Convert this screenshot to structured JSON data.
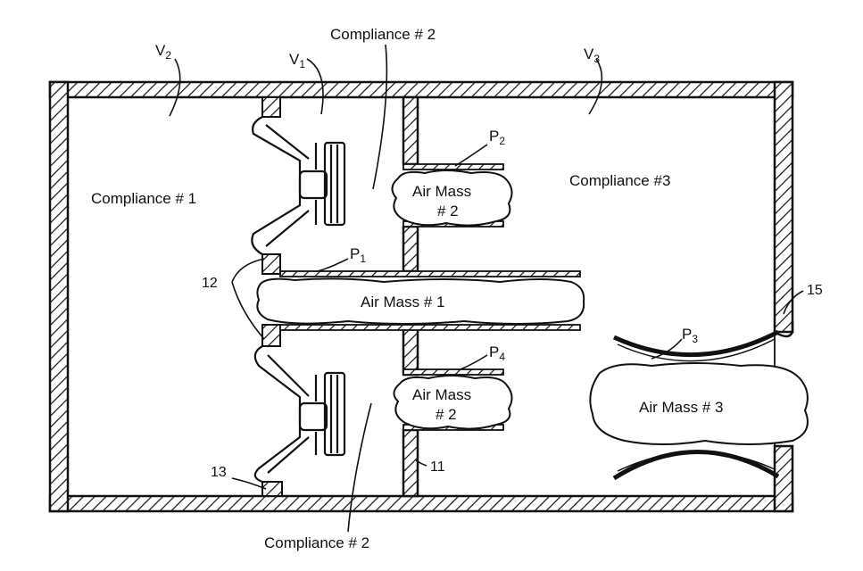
{
  "labels": {
    "compliance_2_top": "Compliance # 2",
    "compliance_2_bottom": "Compliance # 2",
    "compliance_1": "Compliance # 1",
    "compliance_3": "Compliance #3",
    "air_mass_1": "Air Mass # 1",
    "air_mass_2_upper_line1": "Air Mass",
    "air_mass_2_upper_line2": "# 2",
    "air_mass_2_lower_line1": "Air Mass",
    "air_mass_2_lower_line2": "# 2",
    "air_mass_3": "Air Mass # 3"
  },
  "volumes": {
    "v1": {
      "letter": "V",
      "sub": "1"
    },
    "v2": {
      "letter": "V",
      "sub": "2"
    },
    "v3": {
      "letter": "V",
      "sub": "3"
    }
  },
  "ports": {
    "p1": {
      "letter": "P",
      "sub": "1"
    },
    "p2": {
      "letter": "P",
      "sub": "2"
    },
    "p3": {
      "letter": "P",
      "sub": "3"
    },
    "p4": {
      "letter": "P",
      "sub": "4"
    }
  },
  "refs": {
    "r11": "11",
    "r12": "12",
    "r13": "13",
    "r15": "15"
  },
  "colors": {
    "ink": "#111111",
    "paper": "#ffffff"
  }
}
